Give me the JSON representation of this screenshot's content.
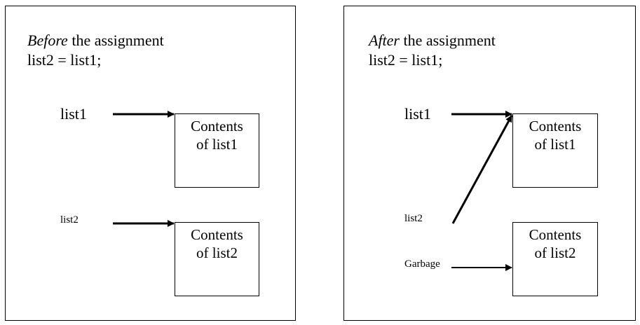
{
  "before": {
    "caption_em": "Before",
    "caption_rest": " the assignment",
    "code": "list2 = list1;",
    "var1": "list1",
    "var2": "list2",
    "box1": {
      "line1": "Contents",
      "line2": "of list1"
    },
    "box2": {
      "line1": "Contents",
      "line2": "of list2"
    }
  },
  "after": {
    "caption_em": "After",
    "caption_rest": " the assignment",
    "code": "list2 = list1;",
    "var1": "list1",
    "var2": "list2",
    "garbage": "Garbage",
    "box1": {
      "line1": "Contents",
      "line2": "of list1"
    },
    "box2": {
      "line1": "Contents",
      "line2": "of list2"
    }
  }
}
